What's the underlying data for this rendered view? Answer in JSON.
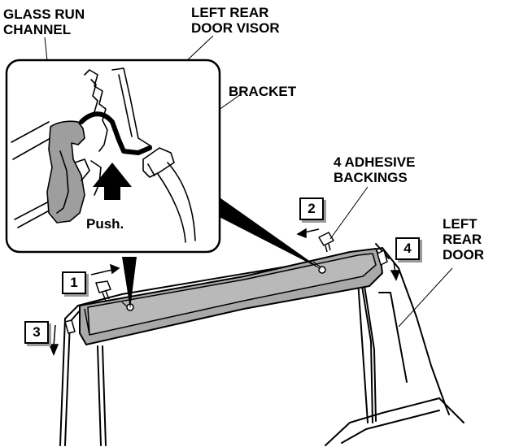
{
  "labels": {
    "glass_run_channel": "GLASS RUN\nCHANNEL",
    "left_rear_door_visor": "LEFT REAR\nDOOR VISOR",
    "bracket": "BRACKET",
    "adhesive_backings": "4 ADHESIVE\nBACKINGS",
    "left_rear_door": "LEFT\nREAR\nDOOR",
    "push": "Push."
  },
  "steps": [
    "1",
    "2",
    "3",
    "4"
  ]
}
